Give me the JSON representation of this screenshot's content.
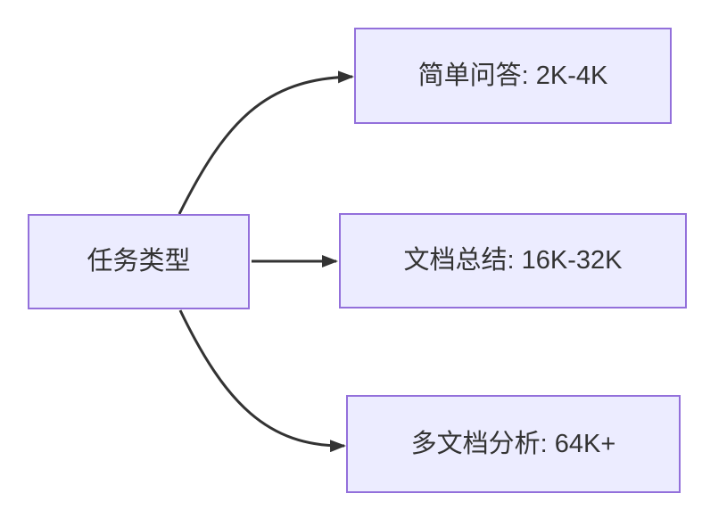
{
  "diagram": {
    "type": "flowchart",
    "direction": "left-to-right",
    "nodes": [
      {
        "id": "root",
        "label": "任务类型"
      },
      {
        "id": "qa",
        "label": "简单问答: 2K-4K"
      },
      {
        "id": "summary",
        "label": "文档总结: 16K-32K"
      },
      {
        "id": "multi",
        "label": "多文档分析: 64K+"
      }
    ],
    "edges": [
      {
        "from": "root",
        "to": "qa"
      },
      {
        "from": "root",
        "to": "summary"
      },
      {
        "from": "root",
        "to": "multi"
      }
    ],
    "colors": {
      "node_fill": "#ECECFF",
      "node_border": "#9370DB",
      "edge_stroke": "#333333",
      "text": "#333333",
      "background": "#FFFFFF"
    }
  }
}
